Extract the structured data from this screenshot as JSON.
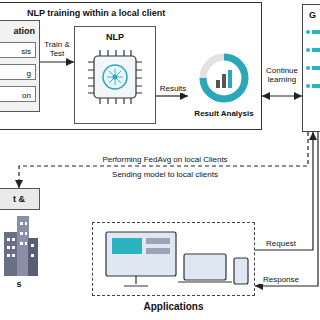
{
  "diagram": {
    "nodes": [
      {
        "text": [
          "NLP training within a local client"
        ]
      },
      {
        "text": [
          "ation"
        ],
        "in": 0
      },
      {
        "text": [
          "sis"
        ],
        "in": 1
      },
      {
        "text": [
          "g"
        ],
        "in": 1
      },
      {
        "text": [
          "on"
        ],
        "in": 1
      },
      {
        "text": [
          "NLP"
        ],
        "in": 0
      },
      {
        "text": [
          "Result Analysis"
        ],
        "in": 0
      },
      {
        "text": [
          "G"
        ]
      },
      {
        "text": [
          "t &",
          "s"
        ]
      },
      {
        "text": [
          "Applications"
        ]
      }
    ],
    "edges": [
      {
        "from": 1,
        "to": 5,
        "label": "Train & Test",
        "arrow": "to"
      },
      {
        "from": 5,
        "to": 6,
        "label": "Results",
        "arrow": "to"
      },
      {
        "from": 0,
        "to": 7,
        "label": "Continue learning",
        "arrow": "both"
      },
      {
        "from": 7,
        "to": 8,
        "label": "Performing FedAvg on local Clients",
        "arrow": "to"
      },
      {
        "from": 9,
        "to": 7,
        "label": "Request",
        "arrow": "to"
      },
      {
        "from": 7,
        "to": 9,
        "label": "Response",
        "arrow": "to"
      }
    ],
    "labels": [
      "Sending model to local clients"
    ]
  }
}
